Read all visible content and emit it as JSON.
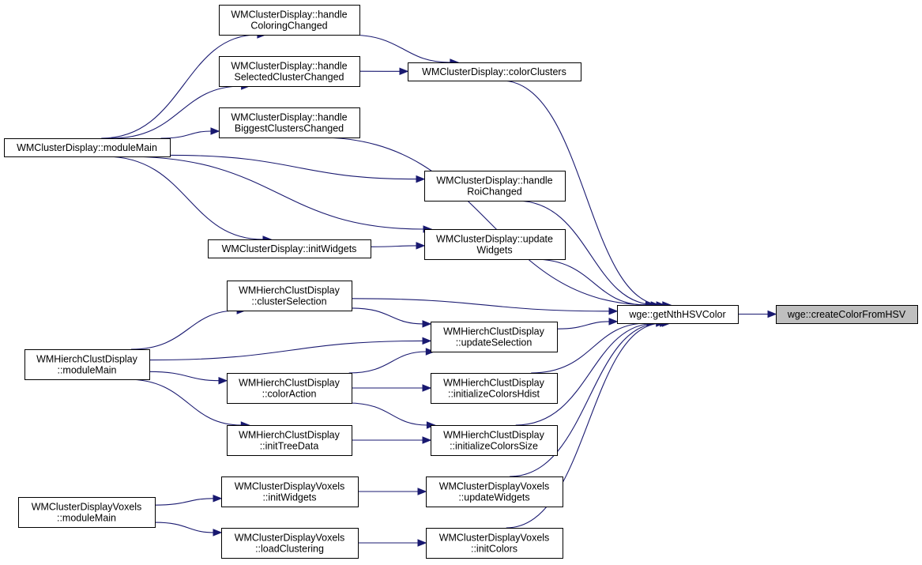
{
  "graph": {
    "colors": {
      "edge": "#191970",
      "node_border": "#000000",
      "node_fill": "#ffffff",
      "highlight_fill": "#bfbfbf"
    },
    "nodes": [
      {
        "id": "cd_handle_coloring",
        "lines": [
          "WMClusterDisplay::handle",
          "ColoringChanged"
        ]
      },
      {
        "id": "cd_handle_selected",
        "lines": [
          "WMClusterDisplay::handle",
          "SelectedClusterChanged"
        ]
      },
      {
        "id": "cd_color_clusters",
        "lines": [
          "WMClusterDisplay::colorClusters"
        ]
      },
      {
        "id": "cd_handle_biggest",
        "lines": [
          "WMClusterDisplay::handle",
          "BiggestClustersChanged"
        ]
      },
      {
        "id": "cd_module_main",
        "lines": [
          "WMClusterDisplay::moduleMain"
        ]
      },
      {
        "id": "cd_handle_roi",
        "lines": [
          "WMClusterDisplay::handle",
          "RoiChanged"
        ]
      },
      {
        "id": "cd_init_widgets",
        "lines": [
          "WMClusterDisplay::initWidgets"
        ]
      },
      {
        "id": "cd_update_widgets",
        "lines": [
          "WMClusterDisplay::update",
          "Widgets"
        ]
      },
      {
        "id": "hc_cluster_selection",
        "lines": [
          "WMHierchClustDisplay",
          "::clusterSelection"
        ]
      },
      {
        "id": "get_nth_hsv",
        "lines": [
          "wge::getNthHSVColor"
        ]
      },
      {
        "id": "create_color_hsv",
        "lines": [
          "wge::createColorFromHSV"
        ],
        "highlight": true
      },
      {
        "id": "hc_update_selection",
        "lines": [
          "WMHierchClustDisplay",
          "::updateSelection"
        ]
      },
      {
        "id": "hc_module_main",
        "lines": [
          "WMHierchClustDisplay",
          "::moduleMain"
        ]
      },
      {
        "id": "hc_color_action",
        "lines": [
          "WMHierchClustDisplay",
          "::colorAction"
        ]
      },
      {
        "id": "hc_init_colors_hdist",
        "lines": [
          "WMHierchClustDisplay",
          "::initializeColorsHdist"
        ]
      },
      {
        "id": "hc_init_tree_data",
        "lines": [
          "WMHierchClustDisplay",
          "::initTreeData"
        ]
      },
      {
        "id": "hc_init_colors_size",
        "lines": [
          "WMHierchClustDisplay",
          "::initializeColorsSize"
        ]
      },
      {
        "id": "cdv_init_widgets",
        "lines": [
          "WMClusterDisplayVoxels",
          "::initWidgets"
        ]
      },
      {
        "id": "cdv_update_widgets",
        "lines": [
          "WMClusterDisplayVoxels",
          "::updateWidgets"
        ]
      },
      {
        "id": "cdv_module_main",
        "lines": [
          "WMClusterDisplayVoxels",
          "::moduleMain"
        ]
      },
      {
        "id": "cdv_load_clustering",
        "lines": [
          "WMClusterDisplayVoxels",
          "::loadClustering"
        ]
      },
      {
        "id": "cdv_init_colors",
        "lines": [
          "WMClusterDisplayVoxels",
          "::initColors"
        ]
      }
    ],
    "edges": [
      {
        "from": "cd_handle_coloring",
        "to": "cd_color_clusters"
      },
      {
        "from": "cd_handle_selected",
        "to": "cd_color_clusters"
      },
      {
        "from": "cd_color_clusters",
        "to": "get_nth_hsv"
      },
      {
        "from": "cd_handle_biggest",
        "to": "get_nth_hsv"
      },
      {
        "from": "cd_module_main",
        "to": "cd_handle_coloring"
      },
      {
        "from": "cd_module_main",
        "to": "cd_handle_selected"
      },
      {
        "from": "cd_module_main",
        "to": "cd_handle_biggest"
      },
      {
        "from": "cd_module_main",
        "to": "cd_handle_roi"
      },
      {
        "from": "cd_module_main",
        "to": "cd_update_widgets"
      },
      {
        "from": "cd_module_main",
        "to": "cd_init_widgets"
      },
      {
        "from": "cd_init_widgets",
        "to": "cd_update_widgets"
      },
      {
        "from": "cd_handle_roi",
        "to": "get_nth_hsv"
      },
      {
        "from": "cd_update_widgets",
        "to": "get_nth_hsv"
      },
      {
        "from": "hc_cluster_selection",
        "to": "get_nth_hsv"
      },
      {
        "from": "hc_cluster_selection",
        "to": "hc_update_selection"
      },
      {
        "from": "hc_update_selection",
        "to": "get_nth_hsv"
      },
      {
        "from": "hc_module_main",
        "to": "hc_cluster_selection"
      },
      {
        "from": "hc_module_main",
        "to": "hc_update_selection"
      },
      {
        "from": "hc_module_main",
        "to": "hc_color_action"
      },
      {
        "from": "hc_module_main",
        "to": "hc_init_tree_data"
      },
      {
        "from": "hc_color_action",
        "to": "hc_update_selection"
      },
      {
        "from": "hc_color_action",
        "to": "hc_init_colors_hdist"
      },
      {
        "from": "hc_color_action",
        "to": "hc_init_colors_size"
      },
      {
        "from": "hc_init_tree_data",
        "to": "hc_init_colors_size"
      },
      {
        "from": "hc_init_colors_hdist",
        "to": "get_nth_hsv"
      },
      {
        "from": "hc_init_colors_size",
        "to": "get_nth_hsv"
      },
      {
        "from": "cdv_module_main",
        "to": "cdv_init_widgets"
      },
      {
        "from": "cdv_module_main",
        "to": "cdv_load_clustering"
      },
      {
        "from": "cdv_init_widgets",
        "to": "cdv_update_widgets"
      },
      {
        "from": "cdv_load_clustering",
        "to": "cdv_init_colors"
      },
      {
        "from": "cdv_update_widgets",
        "to": "get_nth_hsv"
      },
      {
        "from": "cdv_init_colors",
        "to": "get_nth_hsv"
      },
      {
        "from": "get_nth_hsv",
        "to": "create_color_hsv"
      }
    ]
  }
}
